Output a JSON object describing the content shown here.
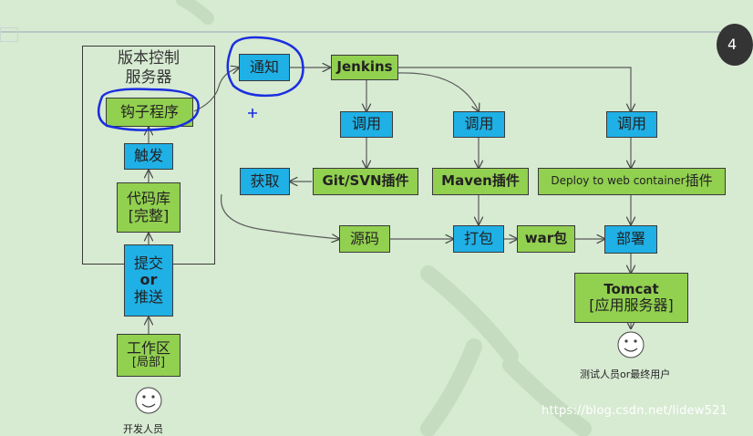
{
  "vcs": {
    "label_line1": "版本控制",
    "label_line2": "服务器"
  },
  "nodes": {
    "hook": "钩子程序",
    "trigger": "触发",
    "repo_line1": "代码库",
    "repo_line2": "[完整]",
    "commit_line1": "提交",
    "commit_line2": "or",
    "commit_line3": "推送",
    "workspace_line1": "工作区",
    "workspace_line2": "[局部]",
    "notify": "通知",
    "jenkins": "Jenkins",
    "invoke1": "调用",
    "invoke2": "调用",
    "invoke3": "调用",
    "fetch": "获取",
    "git_plugin": "Git/SVN插件",
    "maven_plugin": "Maven插件",
    "deploy_prefix": "Deploy to web container",
    "deploy_suffix": "插件",
    "source": "源码",
    "package": "打包",
    "war": "war包",
    "deploy": "部署",
    "tomcat_line1": "Tomcat",
    "tomcat_line2": "[应用服务器]"
  },
  "captions": {
    "developer": "开发人员",
    "tester": "测试人员or最终用户"
  },
  "watermark": "https://blog.csdn.net/lidew521",
  "page_badge": "4",
  "colors": {
    "background": "#d7ead2",
    "green_box": "#92d050",
    "blue_box": "#1fb0e6",
    "highlight_ring": "#1a2ee0"
  }
}
